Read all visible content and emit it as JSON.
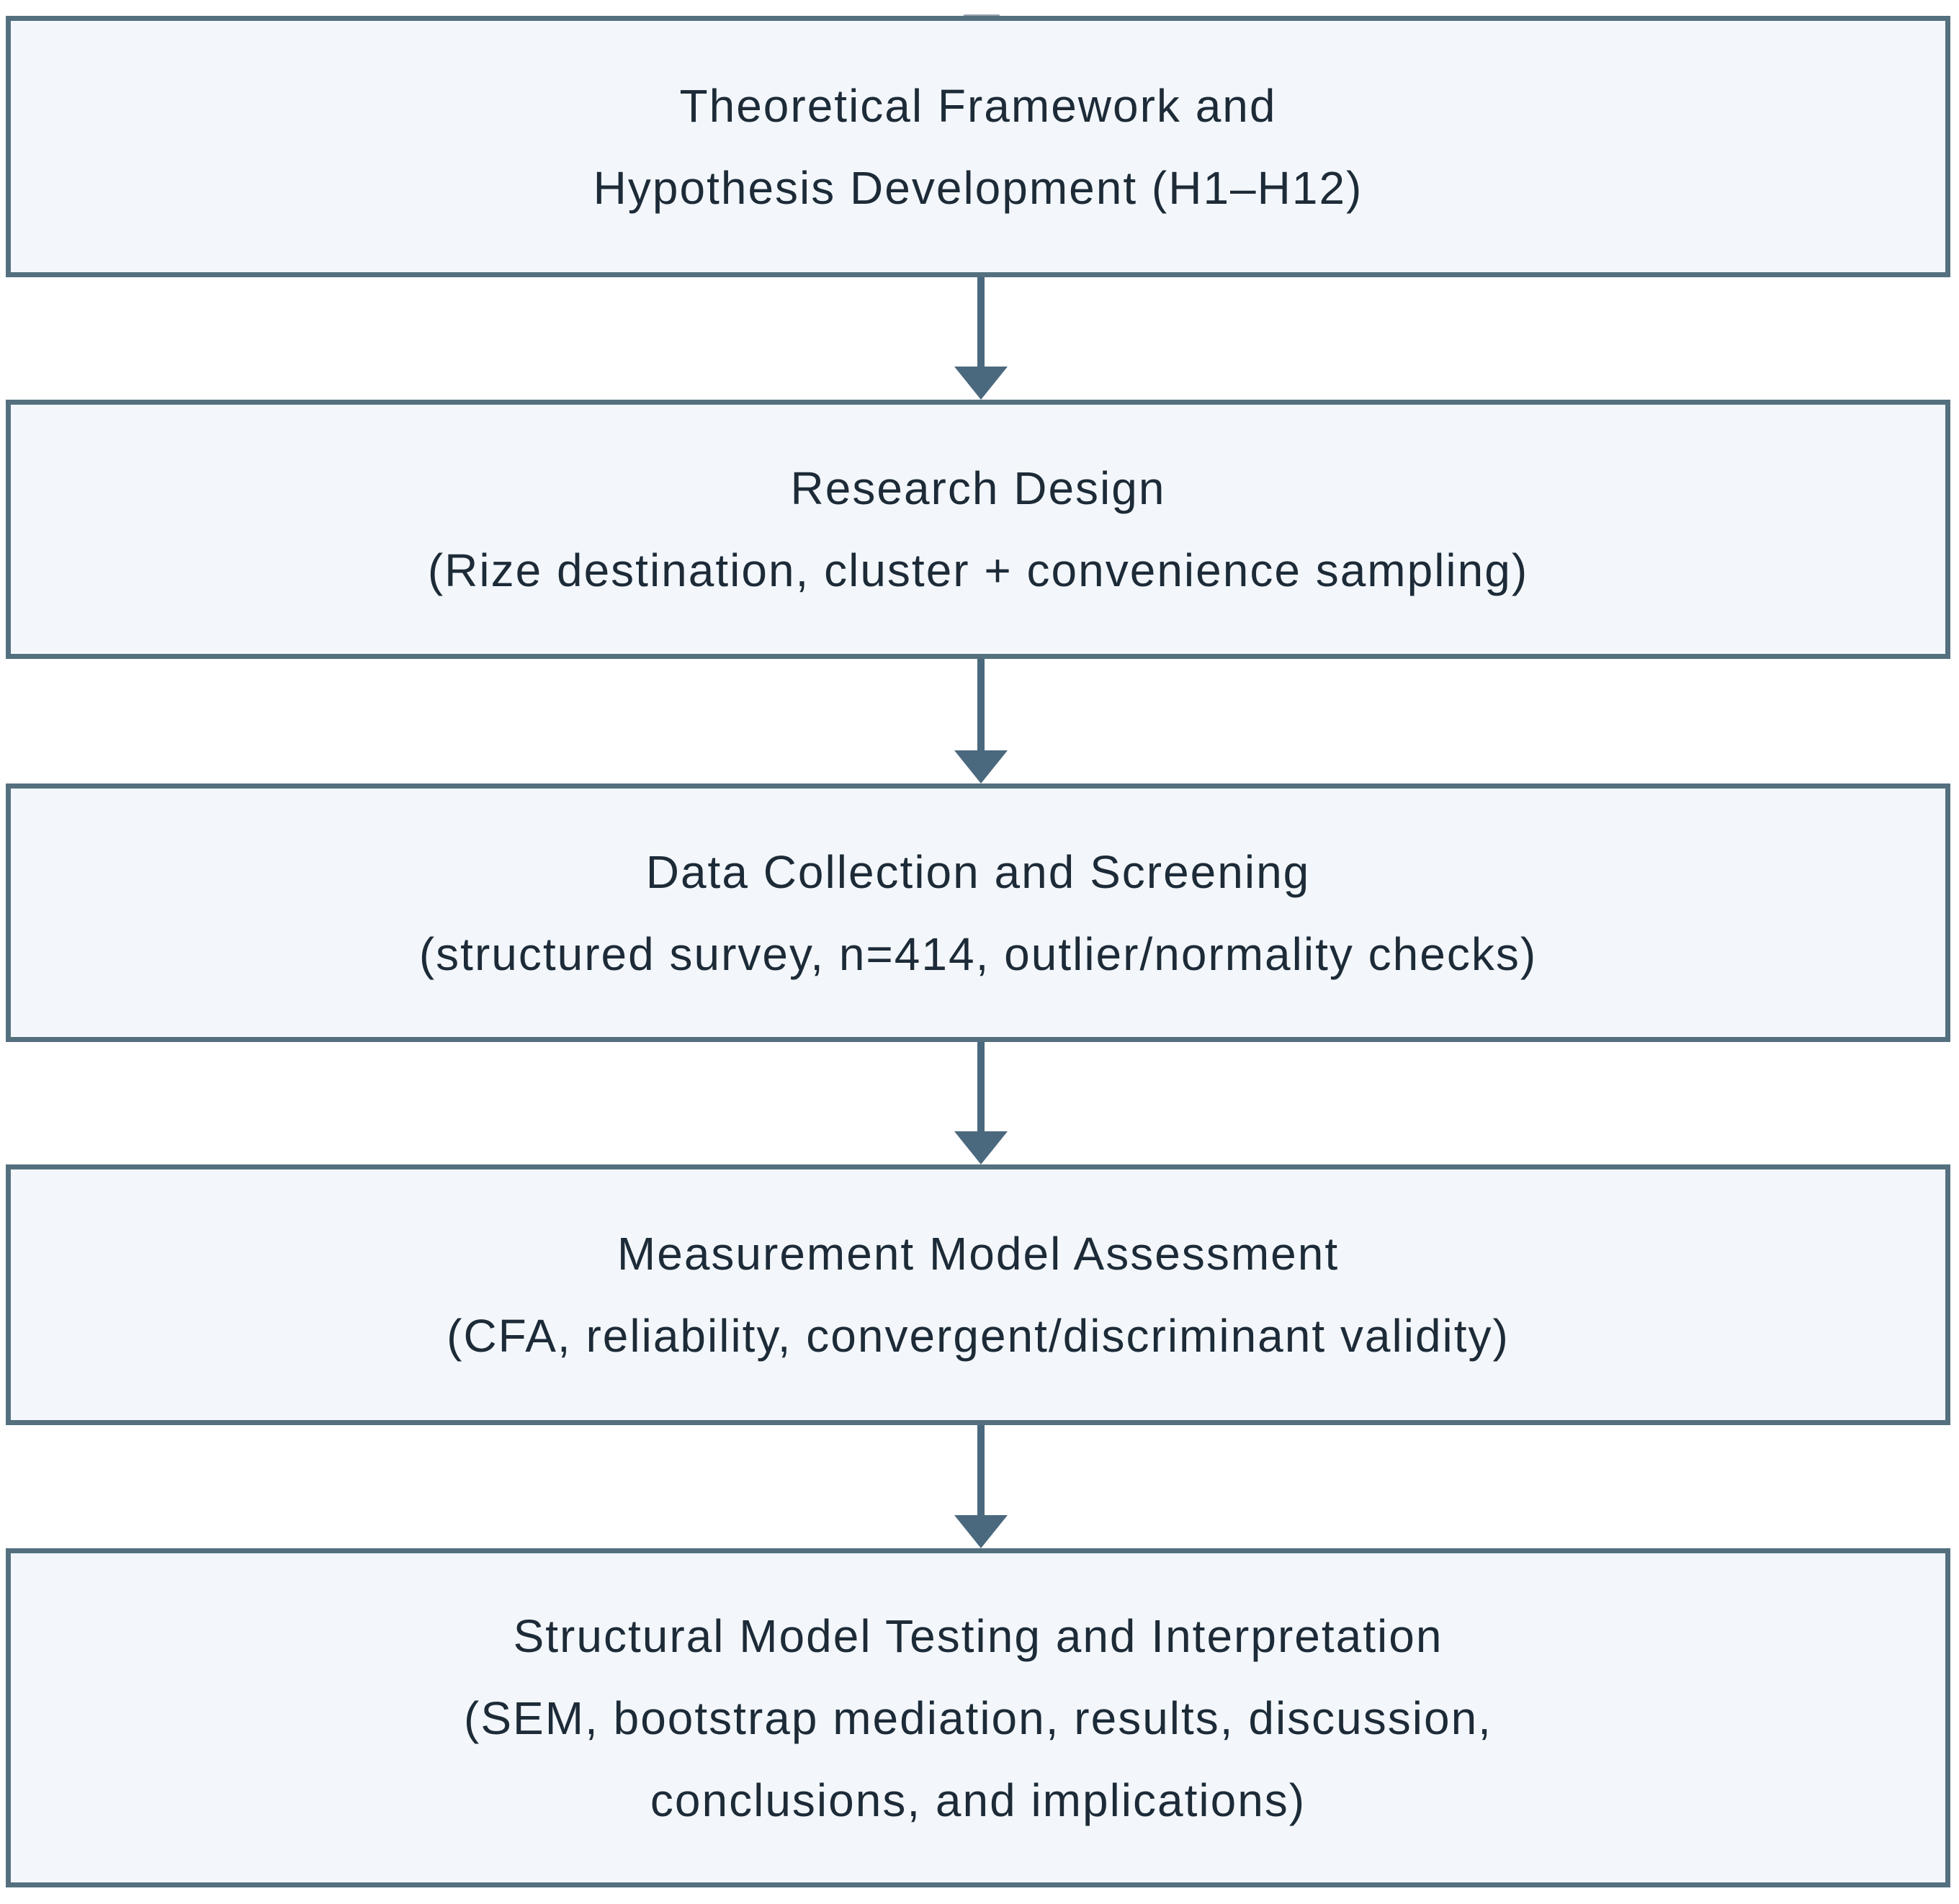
{
  "flowchart": {
    "steps": [
      {
        "lines": [
          "Theoretical Framework and",
          "Hypothesis Development (H1–H12)"
        ]
      },
      {
        "lines": [
          "Research Design",
          "(Rize destination, cluster + convenience sampling)"
        ]
      },
      {
        "lines": [
          "Data Collection and Screening",
          "(structured survey, n=414, outlier/normality checks)"
        ]
      },
      {
        "lines": [
          "Measurement Model Assessment",
          "(CFA, reliability, convergent/discriminant validity)"
        ]
      },
      {
        "lines": [
          "Structural Model Testing and Interpretation",
          "(SEM, bootstrap mediation, results, discussion,",
          "conclusions, and implications)"
        ]
      }
    ],
    "colors": {
      "background": "#ffffff",
      "box_fill": "#f3f7fb",
      "box_border": "#54707f",
      "arrow": "#4b697e",
      "text": "#1d2b38"
    }
  }
}
